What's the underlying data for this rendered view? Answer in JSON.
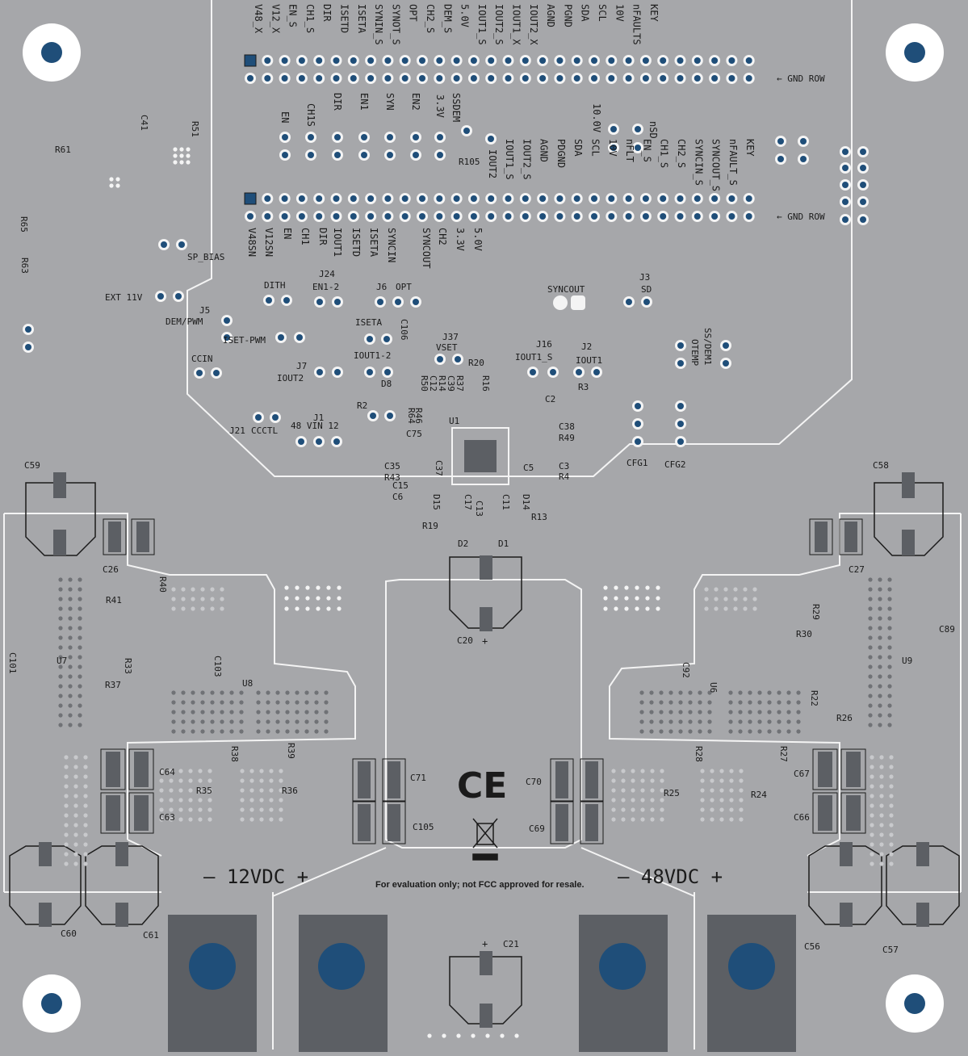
{
  "colors": {
    "board": "#a6a7aa",
    "trace": "#f4f4f4",
    "pad": "#1f4e79",
    "silk": "#1b1b1b",
    "hole": "#1f4e79",
    "terminal": "#5c5f64"
  },
  "header_top": [
    "V48_X",
    "V12_X",
    "EN_S",
    "CH1_S",
    "DIR",
    "ISETD",
    "ISETA",
    "SYNIN_S",
    "SYNOT_S",
    "OPT",
    "CH2_S",
    "DEM_S",
    "5.0V",
    "IOUT1_S",
    "IOUT2_S",
    "IOUT1_X",
    "IOUT2_X",
    "AGND",
    "PGND",
    "SDA",
    "SCL",
    "10V",
    "nFAULTS",
    "KEY"
  ],
  "gnd_row": "GND ROW",
  "header_mid": [
    "EN",
    "CH1S",
    "DIR",
    "EN1",
    "SYN",
    "EN2",
    "3.3V",
    "SSDEM"
  ],
  "header_mid_right": [
    "IOUT1_S",
    "IOUT2_S",
    "AGND",
    "PDGND",
    "SDA",
    "SCL",
    "10V",
    "nFLT",
    "EN_S",
    "CH1_S",
    "CH2_S",
    "SYNCIN_S",
    "SYNCOUT_S",
    "nFAULT_S",
    "KEY"
  ],
  "header_mid_right2": [
    "IOUT2",
    "10.0V",
    "nSD"
  ],
  "r105": "R105",
  "header_bottom": [
    "V48SN",
    "V12SN",
    "EN",
    "CH1",
    "DIR",
    "ISETD",
    "ISETA",
    "SYNCIN",
    "SYNCOUT",
    "CH2",
    "3.3V",
    "5.0V",
    "IOUT1"
  ],
  "labels": {
    "sp_bias": "SP_BIAS",
    "ext11v": "EXT 11V",
    "dith": "DITH",
    "j24": "J24",
    "en12": "EN1-2",
    "j6": "J6",
    "opt": "OPT",
    "syncout": "SYNCOUT",
    "j3": "J3",
    "sd": "SD",
    "j5": "J5",
    "dempwm": "DEM/PWM",
    "isetpwm": "ISET-PWM",
    "iseta": "ISETA",
    "c106": "C106",
    "j37": "J37",
    "vset": "VSET",
    "j16": "J16",
    "j2": "J2",
    "iout1s": "IOUT1_S",
    "iout1": "IOUT1",
    "otemp": "OTEMP",
    "ssdem1": "SS/DEM1",
    "ccin": "CCIN",
    "iout12": "IOUT1-2",
    "j7": "J7",
    "iout2": "IOUT2",
    "j1": "J1",
    "vin": "48 VIN 12",
    "j21": "J21",
    "ccctl": "CCCTL",
    "cfg1": "CFG1",
    "cfg2": "CFG2",
    "u1": "U1",
    "d8": "D8",
    "r2": "R2",
    "r20": "R20",
    "r3": "R3",
    "c2": "C2",
    "c38": "C38",
    "r49": "R49",
    "c3": "C3",
    "r4": "R4",
    "c5": "C5",
    "r64": "R64",
    "r46": "R46",
    "c75": "C75",
    "c35": "C35",
    "r43": "R43",
    "c37": "C37",
    "c15": "C15",
    "c6": "C6",
    "r50": "R50",
    "c12": "C12",
    "r14": "R14",
    "c39": "C39",
    "r37t": "R37",
    "r16": "R16",
    "d15": "D15",
    "c17": "C17",
    "c13": "C13",
    "c11": "C11",
    "d14": "D14",
    "r19": "R19",
    "r13": "R13",
    "d2": "D2",
    "d1": "D1",
    "c59": "C59",
    "c58": "C58",
    "c26": "C26",
    "c27": "C27",
    "r40": "R40",
    "r41": "R41",
    "r29": "R29",
    "r30": "R30",
    "c101": "C101",
    "u7": "U7",
    "c89": "C89",
    "u9": "U9",
    "r33": "R33",
    "r37": "R37",
    "c103": "C103",
    "u8": "U8",
    "c92": "C92",
    "u6": "U6",
    "r22": "R22",
    "r26": "R26",
    "c20": "C20",
    "plus": "+",
    "r38": "R38",
    "r39": "R39",
    "r35": "R35",
    "r36": "R36",
    "r28": "R28",
    "r27": "R27",
    "r25": "R25",
    "r24": "R24",
    "c64": "C64",
    "c63": "C63",
    "c71": "C71",
    "c105": "C105",
    "c70": "C70",
    "c69": "C69",
    "c67": "C67",
    "c66": "C66",
    "c60": "C60",
    "c61": "C61",
    "c56": "C56",
    "c57": "C57",
    "c21": "C21",
    "c41": "C41",
    "r51": "R51",
    "r61": "R61",
    "r65": "R65",
    "r63": "R63",
    "ce": "CE",
    "v12": "— 12VDC +",
    "v48": "— 48VDC +",
    "disclaimer": "For evaluation only; not FCC approved for resale."
  }
}
